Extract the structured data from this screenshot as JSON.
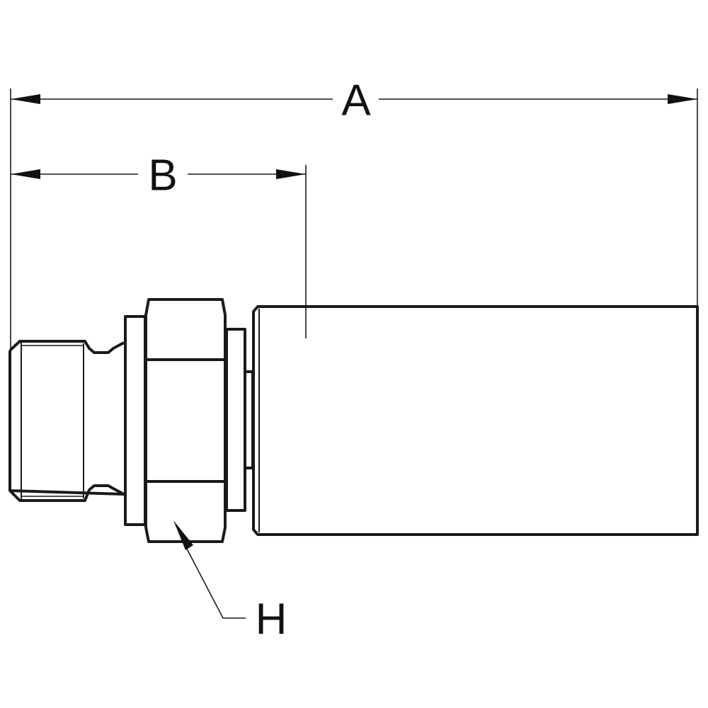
{
  "diagram": {
    "dimensions": {
      "overall_length_label": "A",
      "body_length_label": "B",
      "hex_label": "H"
    },
    "colors": {
      "line": "#1a1a1a",
      "background": "#ffffff"
    }
  }
}
